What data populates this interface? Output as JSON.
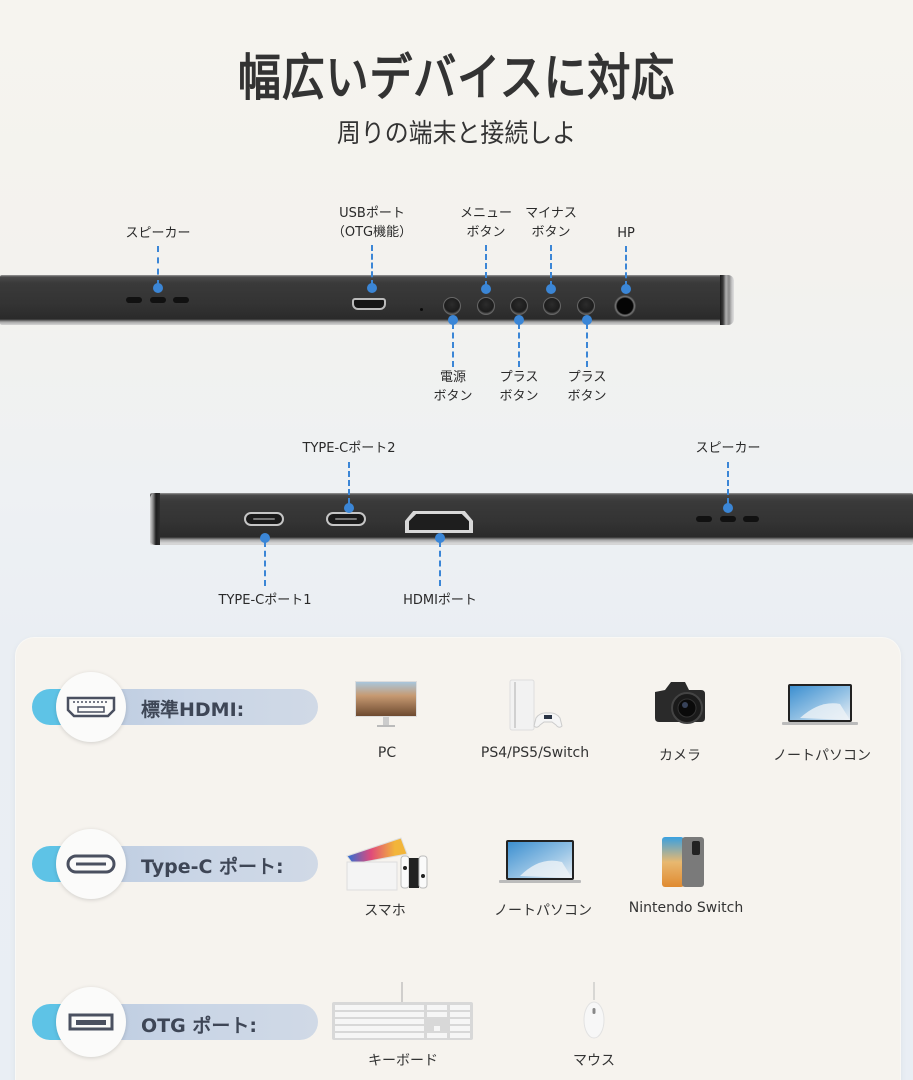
{
  "header": {
    "title": "幅広いデバイスに対応",
    "subtitle": "周りの端末と接続しよ"
  },
  "top_edge": {
    "callouts_above": [
      {
        "id": "speaker",
        "label": "スピーカー"
      },
      {
        "id": "usb",
        "label": "USBポート\n（OTG機能）"
      },
      {
        "id": "menu",
        "label": "メニュー\nボタン"
      },
      {
        "id": "minus",
        "label": "マイナス\nボタン"
      },
      {
        "id": "hp",
        "label": "HP"
      }
    ],
    "callouts_below": [
      {
        "id": "power",
        "label": "電源\nボタン"
      },
      {
        "id": "plus1",
        "label": "プラス\nボタン"
      },
      {
        "id": "plus2",
        "label": "プラス\nボタン"
      }
    ]
  },
  "bottom_edge": {
    "callouts_above": [
      {
        "id": "typec2",
        "label": "TYPE-Cポート2"
      },
      {
        "id": "speaker",
        "label": "スピーカー"
      }
    ],
    "callouts_below": [
      {
        "id": "typec1",
        "label": "TYPE-Cポート1"
      },
      {
        "id": "hdmi",
        "label": "HDMIポート"
      }
    ]
  },
  "compat": {
    "rows": [
      {
        "label": "標準HDMI:",
        "icon": "hdmi-port-icon",
        "devices": [
          {
            "label": "PC",
            "icon": "monitor"
          },
          {
            "label": "PS4/PS5/Switch",
            "icon": "game-console"
          },
          {
            "label": "カメラ",
            "icon": "camera"
          },
          {
            "label": "ノートパソコン",
            "icon": "laptop"
          }
        ]
      },
      {
        "label": "Type-C ポート:",
        "icon": "usb-c-port-icon",
        "devices": [
          {
            "label": "スマホ",
            "icon": "nintendo-switch"
          },
          {
            "label": "ノートパソコン",
            "icon": "laptop"
          },
          {
            "label": "Nintendo Switch",
            "icon": "smartphone"
          }
        ]
      },
      {
        "label": "OTG ポート:",
        "icon": "usb-a-port-icon",
        "devices": [
          {
            "label": "キーボード",
            "icon": "keyboard"
          },
          {
            "label": "マウス",
            "icon": "mouse"
          }
        ]
      }
    ]
  },
  "colors": {
    "callout_blue": "#3b86d6",
    "pill_accent": "#5ec3e6",
    "pill_bg": "#c9d5e6",
    "panel_bg": "#f6f3ee"
  }
}
